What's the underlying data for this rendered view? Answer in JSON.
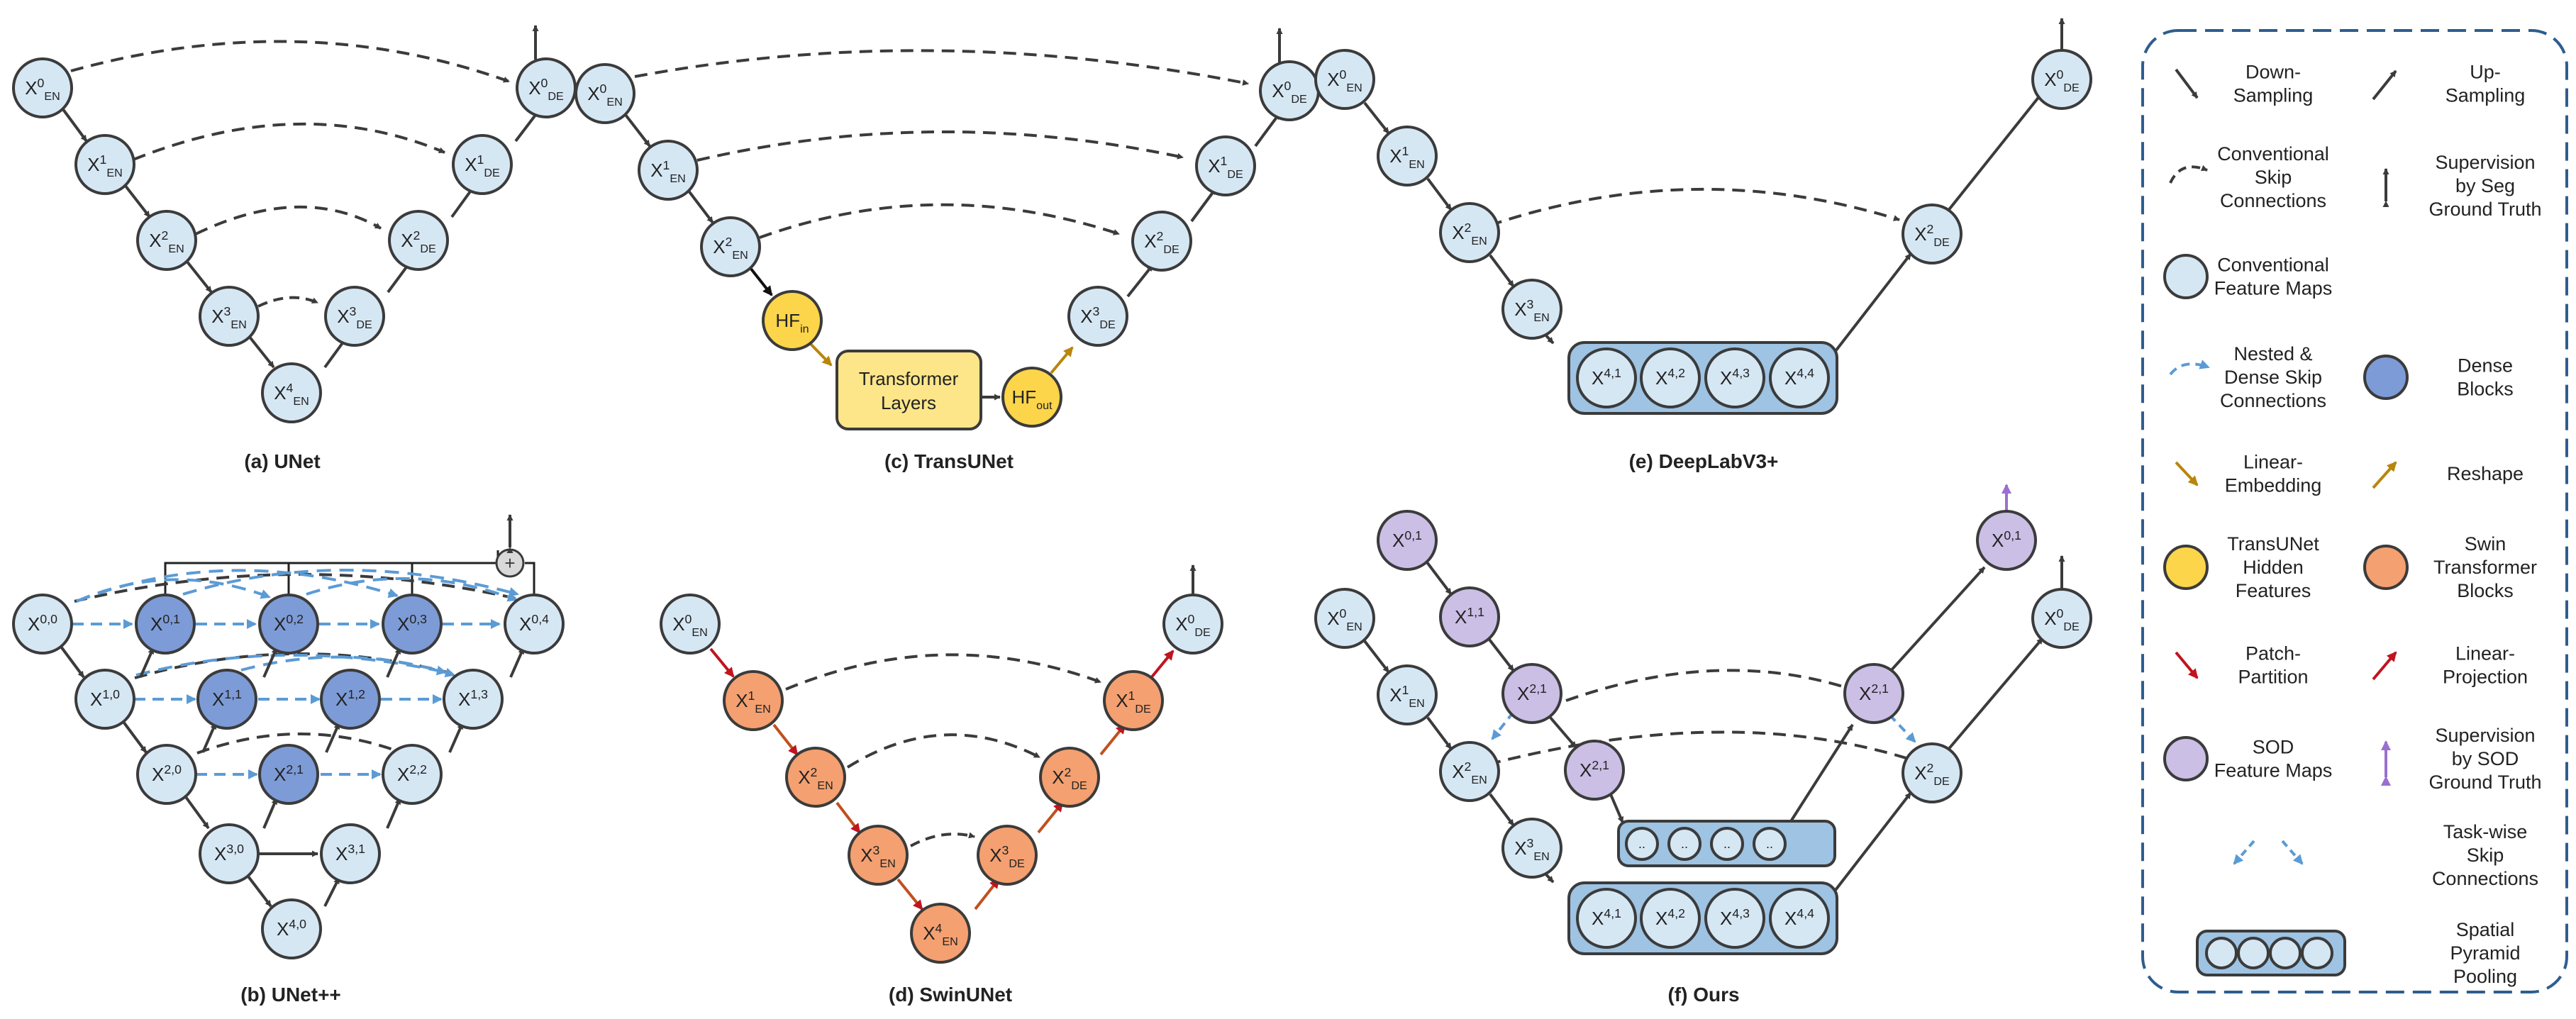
{
  "colors": {
    "conv_fill": "#d6e7f4",
    "dense_fill": "#7d9bd6",
    "trans_fill": "#fdd54a",
    "swin_fill": "#f4a070",
    "sod_fill": "#cbbfe6",
    "stroke": "#3b3b3b",
    "arrow": "#3b3b3b",
    "nested_arrow": "#5b9bd5",
    "linear_embed": "#b8860b",
    "patch": "#c0141e",
    "sod_arrow": "#9b6fcf",
    "legend_border": "#2e5d8f",
    "spp_fill": "#9ec3e3"
  },
  "titles": {
    "unet": "(a) UNet",
    "unetpp": "(b) UNet++",
    "transunet": "(c) TransUNet",
    "swinunet": "(d) SwinUNet",
    "deeplab": "(e) DeepLabV3+",
    "ours": "(f) Ours"
  },
  "labels": {
    "transformer_line1": "Transformer",
    "transformer_line2": "Layers",
    "plus": "+",
    "dots": ".."
  },
  "legend": {
    "down_sampling": [
      "Down-",
      "Sampling"
    ],
    "up_sampling": [
      "Up-",
      "Sampling"
    ],
    "conv_skip": [
      "Conventional",
      "Skip",
      "Connections"
    ],
    "seg_supervision": [
      "Supervision",
      "by Seg",
      "Ground Truth"
    ],
    "conv_feature": [
      "Conventional",
      "Feature Maps"
    ],
    "nested_skip": [
      "Nested &",
      "Dense Skip",
      "Connections"
    ],
    "dense_blocks": [
      "Dense",
      "Blocks"
    ],
    "linear_embedding": [
      "Linear-",
      "Embedding"
    ],
    "reshape": [
      "Reshape"
    ],
    "transunet_hidden": [
      "TransUNet",
      "Hidden",
      "Features"
    ],
    "swin_blocks": [
      "Swin",
      "Transformer",
      "Blocks"
    ],
    "patch_partition": [
      "Patch-",
      "Partition"
    ],
    "linear_projection": [
      "Linear-",
      "Projection"
    ],
    "sod_feature": [
      "SOD",
      "Feature Maps"
    ],
    "sod_supervision": [
      "Supervision",
      "by SOD",
      "Ground Truth"
    ],
    "taskwise_skip": [
      "Task-wise",
      "Skip",
      "Connections"
    ],
    "spp": [
      "Spatial",
      "Pyramid",
      "Pooling"
    ]
  }
}
